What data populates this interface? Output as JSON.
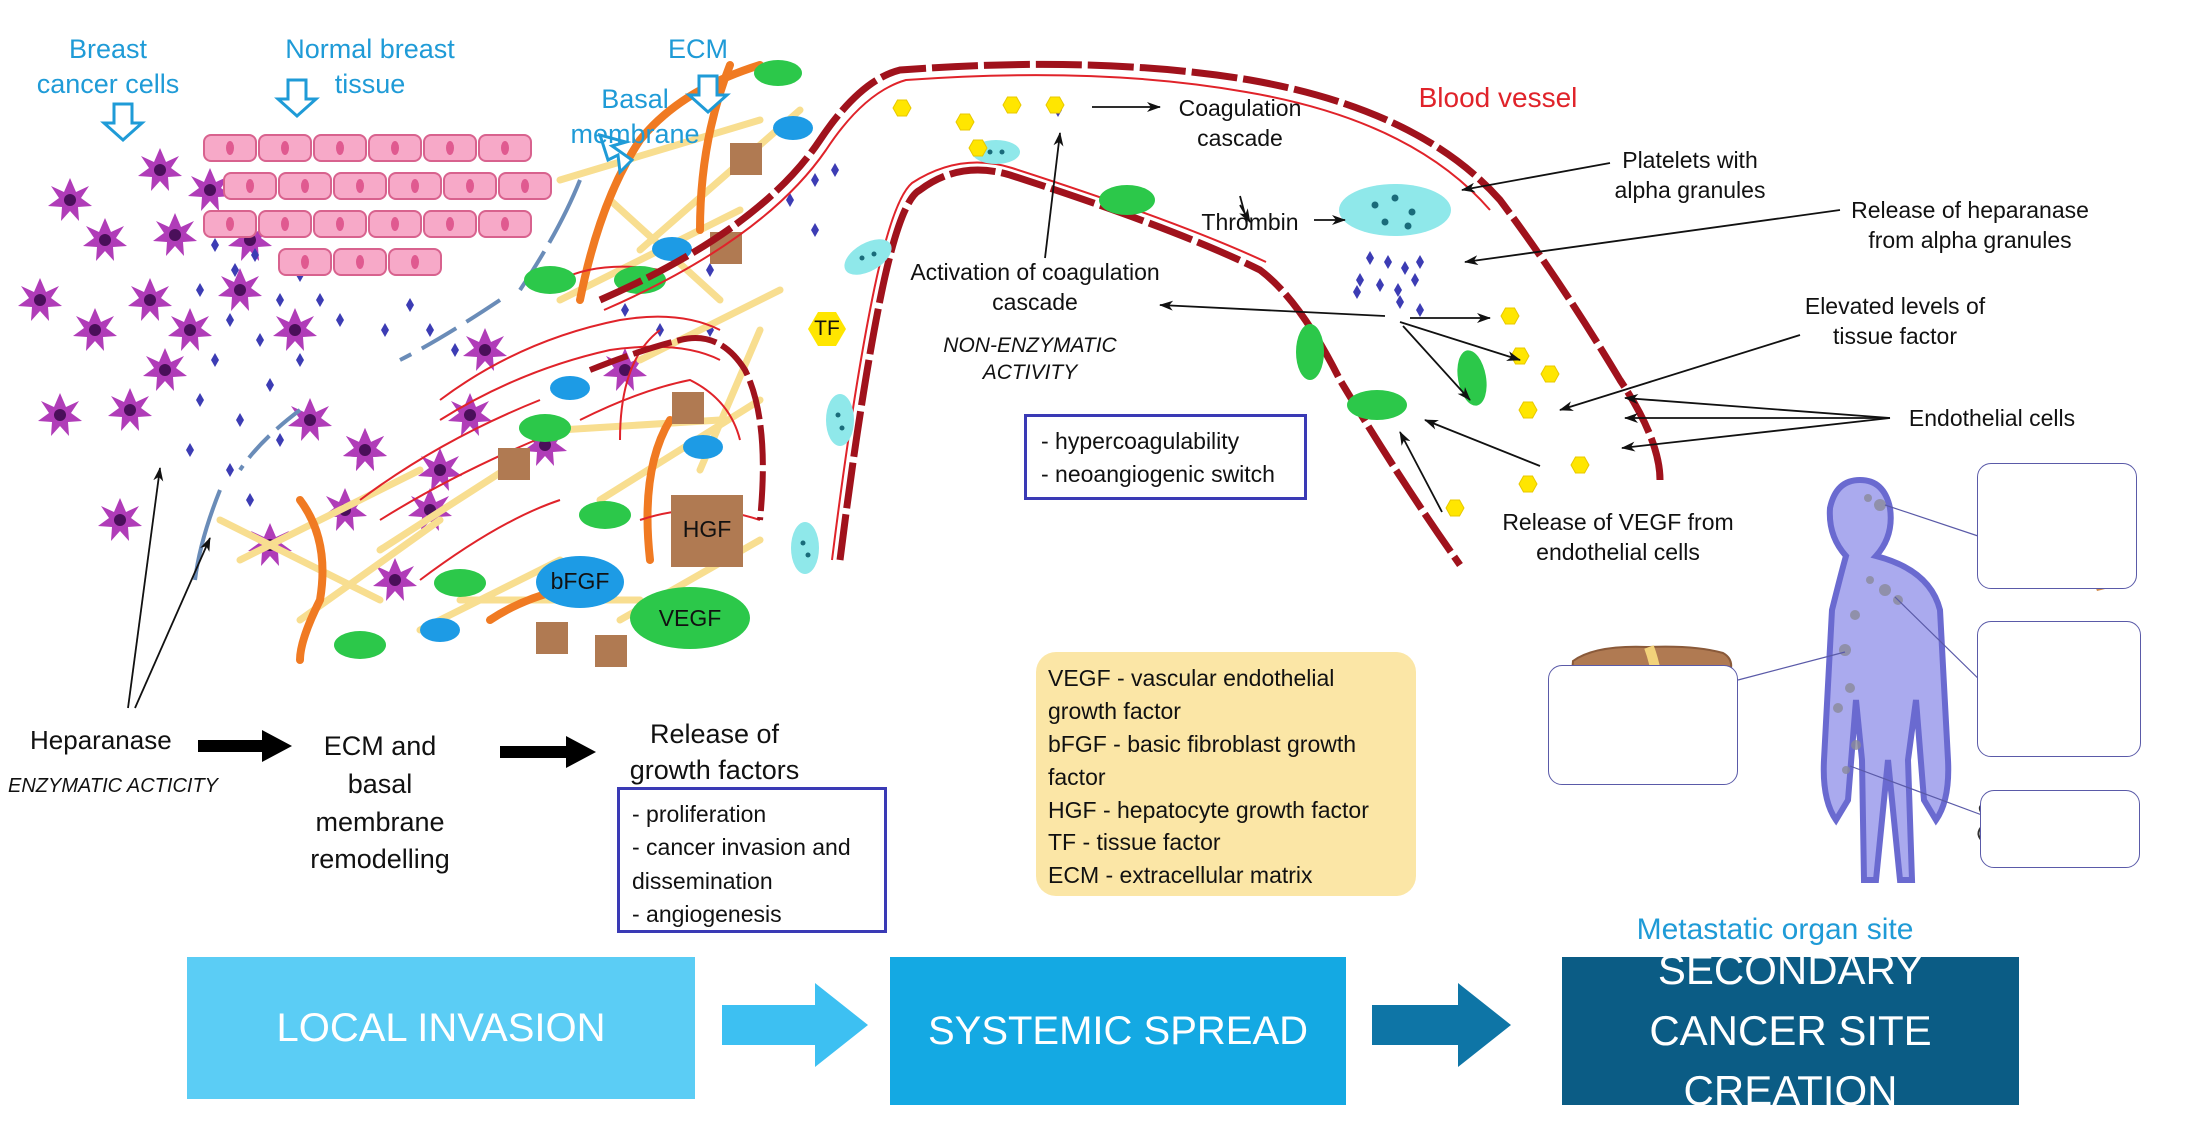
{
  "labels": {
    "breast_cancer_cells": "Breast cancer cells",
    "normal_breast_tissue": "Normal breast tissue",
    "ecm": "ECM",
    "basal_membrane": "Basal membrane",
    "blood_vessel": "Blood vessel",
    "coagulation_cascade": "Coagulation cascade",
    "thrombin": "Thrombin",
    "tf": "TF",
    "hgf": "HGF",
    "bfgf": "bFGF",
    "vegf": "VEGF",
    "activation": "Activation of coagulation cascade",
    "non_enzymatic": "NON-ENZYMATIC ACTIVITY",
    "platelets": "Platelets with alpha granules",
    "release_heparanase": "Release of heparanase from alpha granules",
    "elevated_tf": "Elevated levels of tissue factor",
    "endothelial": "Endothelial cells",
    "release_vegf": "Release of VEGF from endothelial cells",
    "heparanase": "Heparanase",
    "enzymatic": "ENZYMATIC ACTICITY",
    "ecm_remodelling": "ECM and basal membrane remodelling",
    "release_gf": "Release of growth factors",
    "metastatic_site": "Metastatic organ site"
  },
  "growth_effects": [
    "- proliferation",
    "- cancer invasion and dissemination",
    "- angiogenesis"
  ],
  "coag_effects": [
    "- hypercoagulability",
    "- neoangiogenic switch"
  ],
  "legend": [
    "VEGF - vascular endothelial growth factor",
    "bFGF - basic fibroblast growth factor",
    "HGF - hepatocyte growth factor",
    "TF - tissue factor",
    "ECM - extracellular matrix"
  ],
  "stages": {
    "local": "LOCAL INVASION",
    "systemic": "SYSTEMIC SPREAD",
    "secondary": "SECONDARY CANCER SITE CREATION"
  },
  "colors": {
    "label_blue": "#1f9bd7",
    "vessel_red": "#a0121c",
    "stage1": "#5bcdf5",
    "stage2": "#14a9e3",
    "stage3": "#0b5c85",
    "legend_bg": "#fbe6a6",
    "box_border": "#3a3ab5"
  }
}
